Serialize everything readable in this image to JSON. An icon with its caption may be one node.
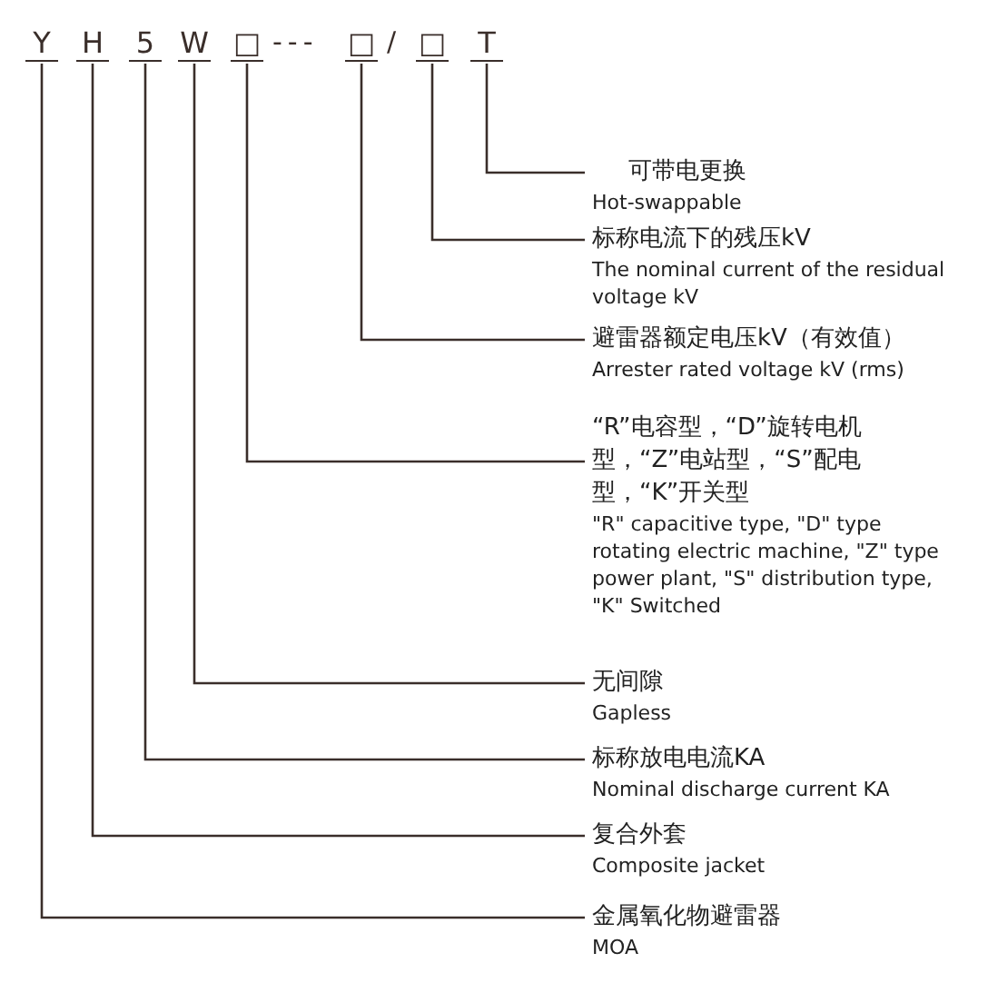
{
  "diagram": {
    "nodes": [
      {
        "text": [
          "Y"
        ]
      },
      {
        "text": [
          "H"
        ]
      },
      {
        "text": [
          "5"
        ]
      },
      {
        "text": [
          "W"
        ]
      },
      {
        "text": [
          "□"
        ]
      },
      {
        "text": [
          "□"
        ]
      },
      {
        "text": [
          "□"
        ]
      },
      {
        "text": [
          "T"
        ]
      },
      {
        "text": [
          "可带电更换",
          "Hot-swappable"
        ]
      },
      {
        "text": [
          "标称电流下的残压kV",
          "The nominal current of the residual voltage kV"
        ]
      },
      {
        "text": [
          "避雷器额定电压kV（有效值）",
          "Arrester rated voltage kV (rms)"
        ]
      },
      {
        "text": [
          "“R”电容型，“D”旋转电机型，“Z”电站型，“S”配电型，“K”开关型",
          "\"R\" capacitive type, \"D\" type rotating electric machine, \"Z\" type power plant, \"S\" distribution type, \"K\" Switched"
        ]
      },
      {
        "text": [
          "无间隙",
          "Gapless"
        ]
      },
      {
        "text": [
          "标称放电电流KA",
          "Nominal discharge current KA"
        ]
      },
      {
        "text": [
          "复合外套",
          "Composite jacket"
        ]
      },
      {
        "text": [
          "金属氧化物避雷器",
          "MOA"
        ]
      }
    ],
    "edges": [
      {
        "from": 7,
        "to": 8,
        "arrow": "none"
      },
      {
        "from": 6,
        "to": 9,
        "arrow": "none"
      },
      {
        "from": 5,
        "to": 10,
        "arrow": "none"
      },
      {
        "from": 4,
        "to": 11,
        "arrow": "none"
      },
      {
        "from": 3,
        "to": 12,
        "arrow": "none"
      },
      {
        "from": 2,
        "to": 13,
        "arrow": "none"
      },
      {
        "from": 1,
        "to": 14,
        "arrow": "none"
      },
      {
        "from": 0,
        "to": 15,
        "arrow": "none"
      }
    ],
    "labels": [
      "---",
      "/"
    ]
  }
}
